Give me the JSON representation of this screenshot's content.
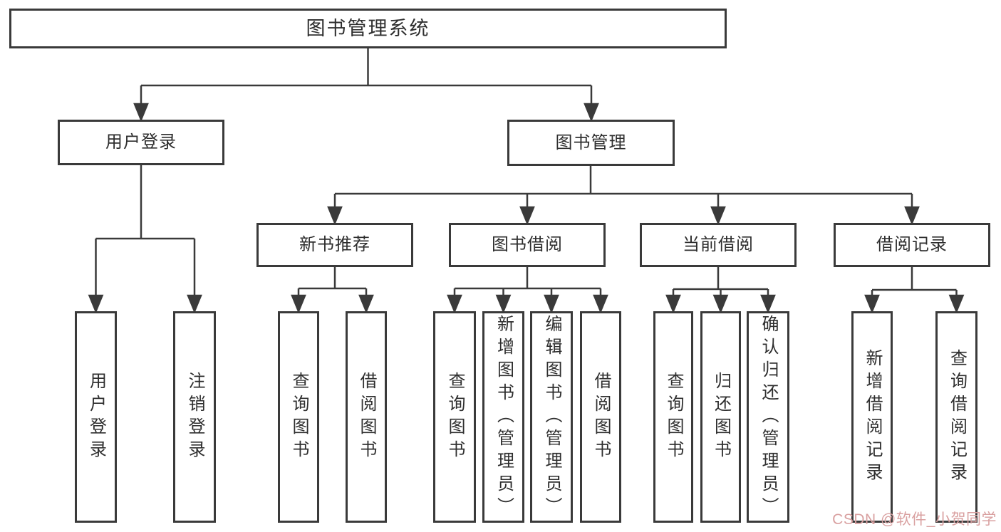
{
  "tree": {
    "label": "图书管理系统",
    "children": [
      {
        "label": "用户登录",
        "children": [
          {
            "label": "用户登录"
          },
          {
            "label": "注销登录"
          }
        ]
      },
      {
        "label": "图书管理",
        "children": [
          {
            "label": "新书推荐",
            "children": [
              {
                "label": "查询图书"
              },
              {
                "label": "借阅图书"
              }
            ]
          },
          {
            "label": "图书借阅",
            "children": [
              {
                "label": "查询图书"
              },
              {
                "label": "新增图书（管理员）"
              },
              {
                "label": "编辑图书（管理员）"
              },
              {
                "label": "借阅图书"
              }
            ]
          },
          {
            "label": "当前借阅",
            "children": [
              {
                "label": "查询图书"
              },
              {
                "label": "归还图书"
              },
              {
                "label": "确认归还（管理员）"
              }
            ]
          },
          {
            "label": "借阅记录",
            "children": [
              {
                "label": "新增借阅记录"
              },
              {
                "label": "查询借阅记录"
              }
            ]
          }
        ]
      }
    ]
  },
  "watermark": {
    "text": "CSDN @软件_小贺同学",
    "color": "#d9a0a0"
  },
  "colors": {
    "background": "#ffffff",
    "line": "#3a3a3a",
    "box_border": "#3a3a3a",
    "text": "#2e2e2e"
  }
}
